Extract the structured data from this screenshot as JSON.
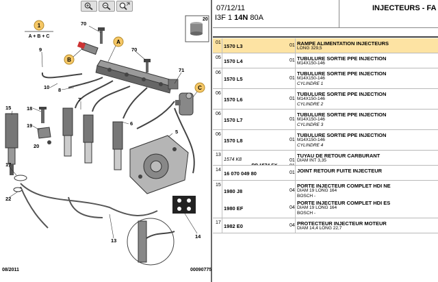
{
  "toolbar": {
    "zoom_in_icon": "zoom-in-icon",
    "zoom_out_icon": "zoom-out-icon",
    "zoom_fit_icon": "zoom-fit-icon"
  },
  "diagram": {
    "callouts": {
      "c1": "1",
      "formula": "A + B + C",
      "a": "A",
      "b": "B",
      "c": "C",
      "n70a": "70",
      "n70b": "70",
      "n9": "9",
      "n71": "71",
      "n8": "8",
      "n10": "10",
      "n7": "7",
      "n15": "15",
      "n18": "18",
      "n19": "19",
      "n20": "20",
      "n5": "5",
      "n6": "6",
      "n17": "17",
      "n22": "22",
      "n13": "13",
      "n14": "14",
      "inset20": "20"
    },
    "footer_date": "08/2011",
    "footer_ref": "00090775"
  },
  "header": {
    "date": "07/12/11",
    "title": "INJECTEURS - FA",
    "model_prefix": "I3F 1",
    "model_engine": "14N",
    "model_suffix": "80A"
  },
  "parts": [
    {
      "idx": "01",
      "lines": [
        {
          "ref": "1570 L3",
          "qty": "01",
          "name": "RAMPE ALIMENTATION INJECTEURS",
          "detail": [
            "LONG 329,5"
          ]
        }
      ],
      "selected": true
    },
    {
      "idx": "05",
      "lines": [
        {
          "ref": "1570 L4",
          "qty": "01",
          "name": "TUBULURE SORTIE PPE INJECTION",
          "detail": [
            "M14X150-146"
          ]
        }
      ]
    },
    {
      "idx": "06",
      "lines": [
        {
          "ref": "1570 L5",
          "qty": "01",
          "name": "TUBULURE SORTIE PPE INJECTION",
          "detail": [
            "M14X150-146"
          ],
          "detail_it": [
            "CYLINDRE 1"
          ]
        }
      ]
    },
    {
      "idx": "06",
      "lines": [
        {
          "ref": "1570 L6",
          "qty": "01",
          "name": "TUBULURE SORTIE PPE INJECTION",
          "detail": [
            "M14X150-146"
          ],
          "detail_it": [
            "CYLINDRE 2"
          ]
        }
      ]
    },
    {
      "idx": "06",
      "lines": [
        {
          "ref": "1570 L7",
          "qty": "01",
          "name": "TUBULURE SORTIE PPE INJECTION",
          "detail": [
            "M14X150-146"
          ],
          "detail_it": [
            "CYLINDRE 3"
          ]
        }
      ]
    },
    {
      "idx": "06",
      "lines": [
        {
          "ref": "1570 L8",
          "qty": "01",
          "name": "TUBULURE SORTIE PPE INJECTION",
          "detail": [
            "M14X150-146"
          ],
          "detail_it": [
            "CYLINDRE 4"
          ]
        }
      ]
    },
    {
      "idx": "13",
      "lines": [
        {
          "ref": "1574 K8",
          "ref_italic": true,
          "rp": "RP 1574 FX",
          "qty": "01",
          "name": "TUYAU DE RETOUR CARBURANT",
          "detail": [
            "DIAM INT 3,35"
          ]
        }
      ]
    },
    {
      "idx": "14",
      "lines": [
        {
          "ref": "16 070 049 80",
          "qty": "01",
          "name": "JOINT RETOUR FUITE INJECTEUR",
          "detail": []
        }
      ]
    },
    {
      "idx": "15",
      "lines": [
        {
          "ref": "1980 J8",
          "qty": "04",
          "name": "PORTE INJECTEUR COMPLET HDI NE",
          "detail": [
            "DIAM 19 LONG 164",
            "BOSCH -"
          ]
        },
        {
          "ref": "1980 EF",
          "qty": "04",
          "name": "PORTE INJECTEUR COMPLET HDI ES",
          "detail": [
            "DIAM 19 LONG 164",
            "BOSCH -"
          ]
        }
      ]
    },
    {
      "idx": "17",
      "lines": [
        {
          "ref": "1982 E0",
          "qty": "04",
          "name": "PROTECTEUR INJECTEUR MOTEUR",
          "detail": [
            "DIAM 14,4 LONG 22,7"
          ]
        }
      ]
    }
  ],
  "colors": {
    "callout_badge": "#f5c766",
    "selected_row": "#fde3a3",
    "divider": "#6a6a6a"
  }
}
